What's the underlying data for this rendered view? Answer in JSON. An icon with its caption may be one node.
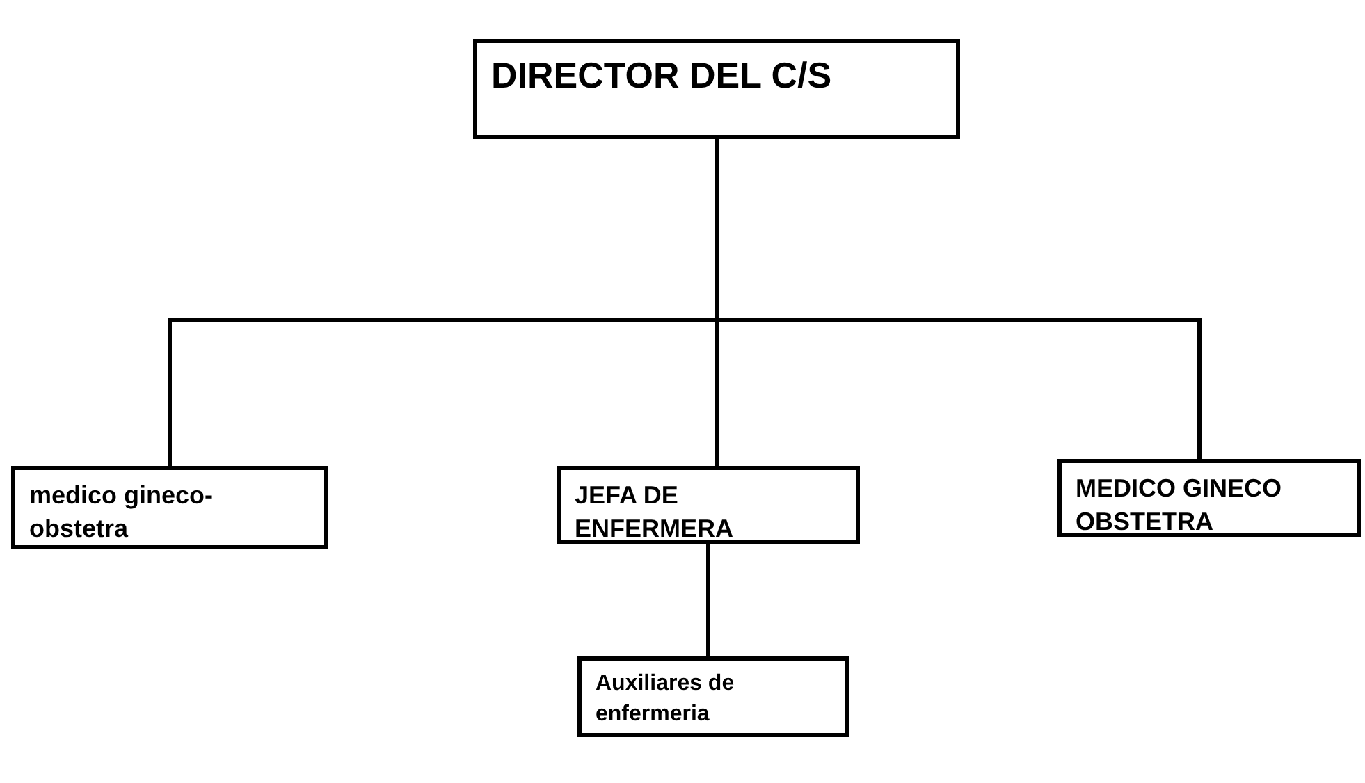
{
  "diagram": {
    "nodes": [
      {
        "text": [
          "DIRECTOR DEL C/S"
        ]
      },
      {
        "text": [
          "medico gineco-obstetra"
        ]
      },
      {
        "text": [
          "JEFA DE ENFERMERA"
        ]
      },
      {
        "text": [
          "MEDICO GINECO OBSTETRA"
        ]
      },
      {
        "text": [
          "Auxiliares de enfermeria"
        ]
      }
    ],
    "edges": [
      {
        "from": 0,
        "to": 1,
        "arrow": "none"
      },
      {
        "from": 0,
        "to": 2,
        "arrow": "none"
      },
      {
        "from": 0,
        "to": 3,
        "arrow": "none"
      },
      {
        "from": 2,
        "to": 4,
        "arrow": "none"
      }
    ]
  }
}
